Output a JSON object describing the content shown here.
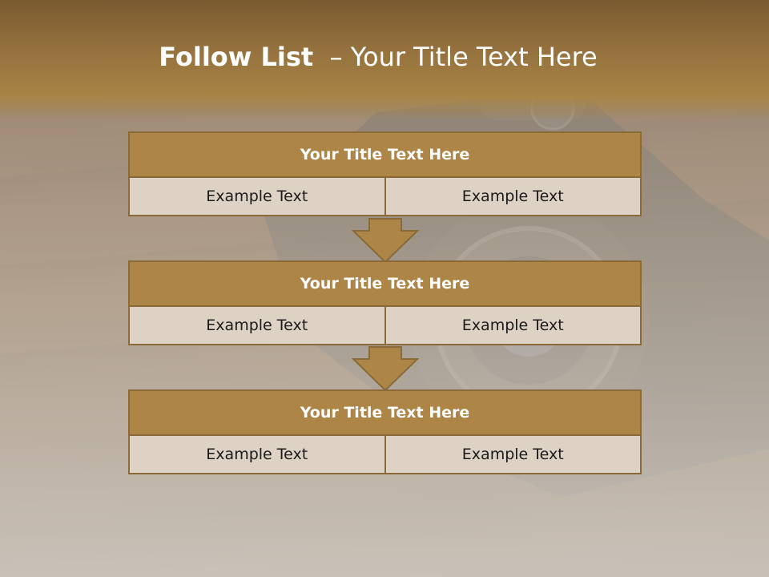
{
  "title": {
    "bold": "Follow List",
    "rest": "  – Your Title Text Here"
  },
  "steps": [
    {
      "heading": "Your Title Text Here",
      "left": "Example Text",
      "right": "Example Text"
    },
    {
      "heading": "Your Title Text Here",
      "left": "Example Text",
      "right": "Example Text"
    },
    {
      "heading": "Your Title Text Here",
      "left": "Example Text",
      "right": "Example Text"
    }
  ],
  "colors": {
    "accent": "#ad8547",
    "accent_border": "#8a6a38",
    "cell_fill": "#ded2c4",
    "title_text": "#ffffff"
  },
  "icons": {
    "connector": "down-arrow-icon"
  }
}
